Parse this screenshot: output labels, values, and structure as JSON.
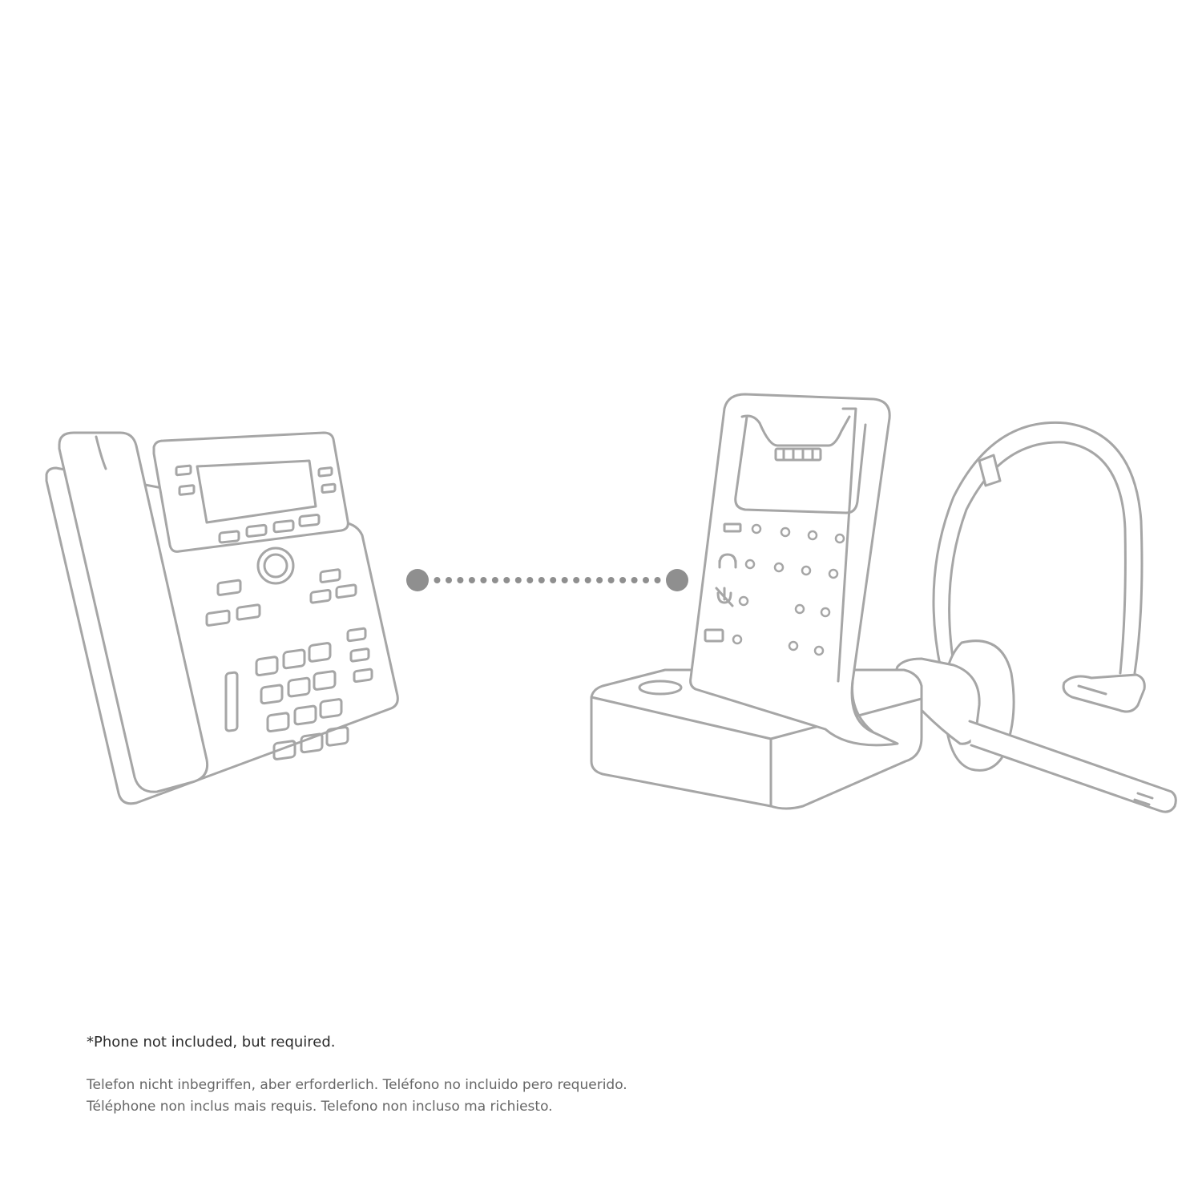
{
  "colors": {
    "line": "#a6a6a6",
    "dots": "#8f8f8f",
    "background": "#ffffff"
  },
  "icons": {
    "desk_phone": "desk-phone-icon",
    "base_station": "base-station-icon",
    "headset": "headset-icon",
    "connection": "dotted-connection-icon",
    "battery": "battery-icon",
    "headset_status": "headset-status-icon",
    "mute": "mic-mute-icon",
    "phone_status": "phone-status-icon"
  },
  "footnote": {
    "main": "*Phone not included, but required.",
    "line1": "Telefon nicht inbegriffen, aber erforderlich. Teléfono no incluido pero requerido.",
    "line2": "Téléphone non inclus mais requis.  Telefono non incluso ma richiesto."
  }
}
